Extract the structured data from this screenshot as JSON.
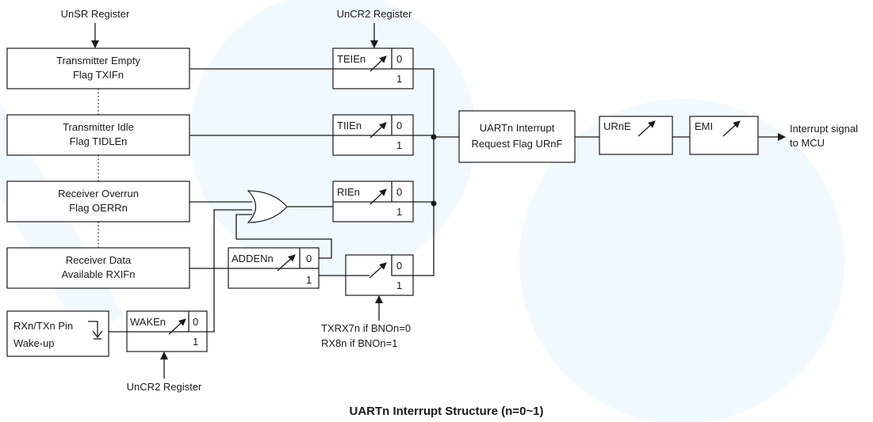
{
  "top_labels": {
    "unsr_register": "UnSR Register",
    "uncr2_register_top": "UnCR2 Register"
  },
  "flags": {
    "txif_line1": "Transmitter Empty",
    "txif_line2": "Flag TXIFn",
    "tidle_line1": "Transmitter Idle",
    "tidle_line2": "Flag TIDLEn",
    "oerr_line1": "Receiver Overrun",
    "oerr_line2": "Flag OERRn",
    "rxif_line1": "Receiver Data",
    "rxif_line2": "Available RXIFn"
  },
  "switches": {
    "teie": "TEIEn",
    "tiie": "TIIEn",
    "rie": "RIEn",
    "adden": "ADDENn",
    "waken": "WAKEn",
    "urne": "URnE",
    "emi": "EMI",
    "pos0": "0",
    "pos1": "1"
  },
  "wakeup": {
    "line1": "RXn/TXn Pin",
    "line2": "Wake-up"
  },
  "request_flag": {
    "line1": "UARTn Interrupt",
    "line2": "Request Flag URnF"
  },
  "output": {
    "line1": "Interrupt signal",
    "line2": "to MCU"
  },
  "bno": {
    "line1": "TXRX7n if BNOn=0",
    "line2": "RX8n if BNOn=1"
  },
  "bottom_label": "UnCR2 Register",
  "caption": "UARTn Interrupt Structure (n=0~1)",
  "colors": {
    "line": "#1a1a1a",
    "watermark": "#29a8e0"
  }
}
